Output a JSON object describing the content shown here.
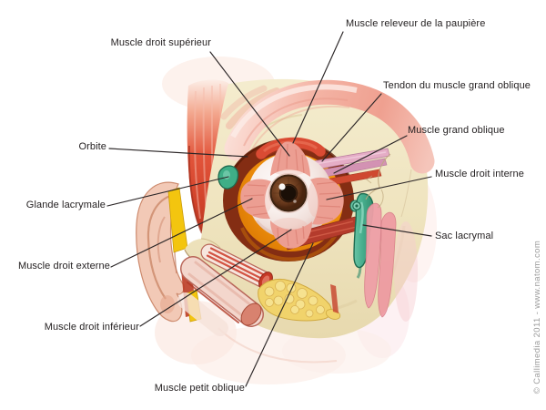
{
  "diagram": {
    "copyright": "© Callimedia 2011 - www.natom.com",
    "labels": {
      "releveur": "Muscle releveur de la paupière",
      "superieur": "Muscle droit supérieur",
      "tendon_grand_oblique": "Tendon du muscle grand oblique",
      "grand_oblique": "Muscle grand oblique",
      "orbite": "Orbite",
      "droit_interne": "Muscle droit interne",
      "glande_lacrymale": "Glande lacrymale",
      "sac_lacrymal": "Sac lacrymal",
      "droit_externe": "Muscle droit externe",
      "droit_inferieur": "Muscle droit inférieur",
      "petit_oblique": "Muscle petit oblique"
    },
    "palette": {
      "muscle_red": "#dc4a30",
      "bone_cream": "#f0e6c3",
      "orbital_fat_orange": "#f2930e",
      "lacrimal_teal": "#3fae87",
      "fat_yellow": "#f1d36b",
      "ligament_yellow": "#f3c50f",
      "skin_pink": "#f2c9b6",
      "iris_brown": "#7b4a2a",
      "label_ink": "#221e1f"
    }
  }
}
